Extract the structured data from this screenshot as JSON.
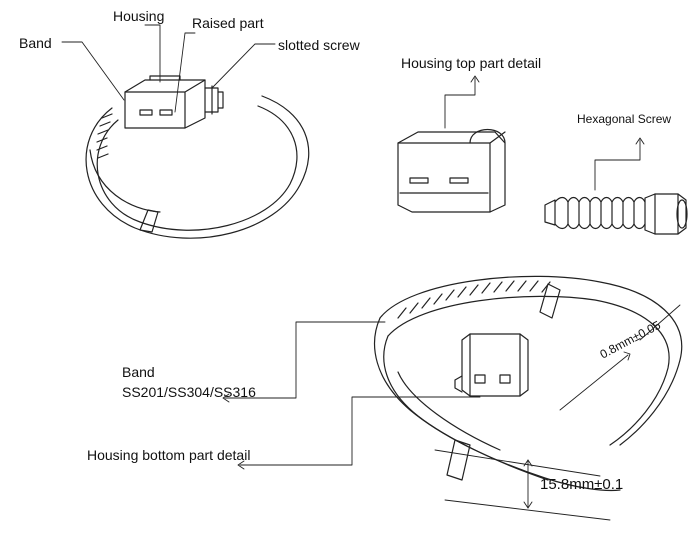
{
  "labels": {
    "housing": "Housing",
    "raised_part": "Raised part",
    "band_top": "Band",
    "slotted_screw": "slotted screw",
    "housing_top_detail": "Housing top part detail",
    "hexagonal_screw": "Hexagonal Screw",
    "band_bottom": "Band",
    "band_material": "SS201/SS304/SS316",
    "housing_bottom_detail": "Housing bottom part detail",
    "thickness": "0.8mm±0.05",
    "width": "15.8mm±0.1"
  },
  "colors": {
    "stroke": "#222222",
    "text": "#111111",
    "background": "#ffffff"
  }
}
